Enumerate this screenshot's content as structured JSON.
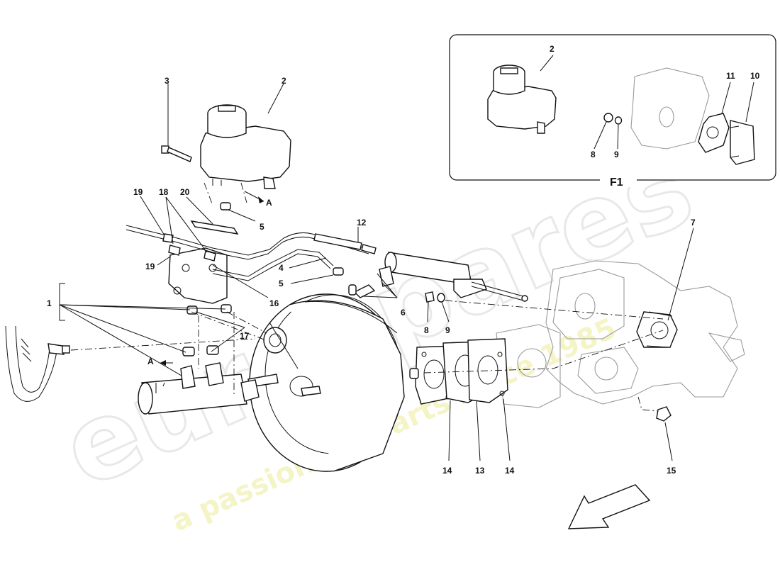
{
  "watermark": {
    "brand": "eurospares",
    "tagline": "a passion for parts since 1985"
  },
  "inset": {
    "label": "F1",
    "callouts": [
      "2",
      "11",
      "10",
      "8",
      "9"
    ]
  },
  "callouts": {
    "c3": "3",
    "c2": "2",
    "c19a": "19",
    "c18": "18",
    "c20": "20",
    "c5a": "5",
    "cA1": "A",
    "c12": "12",
    "c19b": "19",
    "c4": "4",
    "c5b": "5",
    "c16": "16",
    "c6": "6",
    "c1": "1",
    "c17": "17",
    "cA2": "A",
    "c8": "8",
    "c9": "9",
    "c7": "7",
    "c14a": "14",
    "c13": "13",
    "c14b": "14",
    "c15": "15"
  }
}
